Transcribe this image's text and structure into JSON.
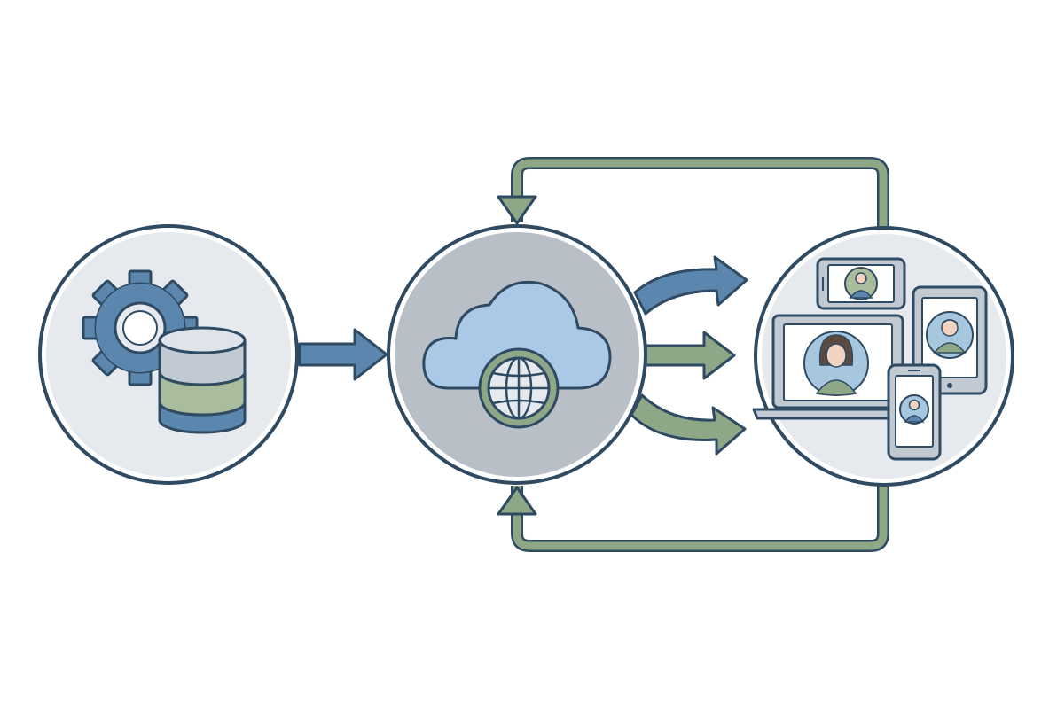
{
  "diagram": {
    "nodes": [
      {
        "id": "backend",
        "icons": [
          "gear-icon",
          "database-icon"
        ]
      },
      {
        "id": "cloud",
        "icons": [
          "cloud-icon",
          "globe-icon"
        ]
      },
      {
        "id": "clients",
        "icons": [
          "phone-landscape-icon",
          "tablet-icon",
          "laptop-icon",
          "smartphone-icon",
          "user-avatar-icon"
        ]
      }
    ],
    "edges": [
      {
        "from": "backend",
        "to": "cloud",
        "color": "blue"
      },
      {
        "from": "cloud",
        "to": "clients",
        "color": "blue"
      },
      {
        "from": "cloud",
        "to": "clients",
        "color": "green"
      },
      {
        "from": "cloud",
        "to": "clients",
        "color": "green"
      },
      {
        "from": "clients",
        "to": "cloud",
        "color": "green",
        "route": "top-loop"
      },
      {
        "from": "clients",
        "to": "cloud",
        "color": "green",
        "route": "bottom-loop"
      }
    ],
    "colors": {
      "outline": "#2f4a63",
      "circle_fill": "#e6eaef",
      "cloud_circle_fill": "#b8bfc7",
      "blue": "#5b86ad",
      "light_blue": "#a9c9e6",
      "green": "#8ea887",
      "light_green": "#a9bd9d",
      "avatar_bg": "#a6c7de",
      "skin": "#f2d2c0"
    }
  }
}
